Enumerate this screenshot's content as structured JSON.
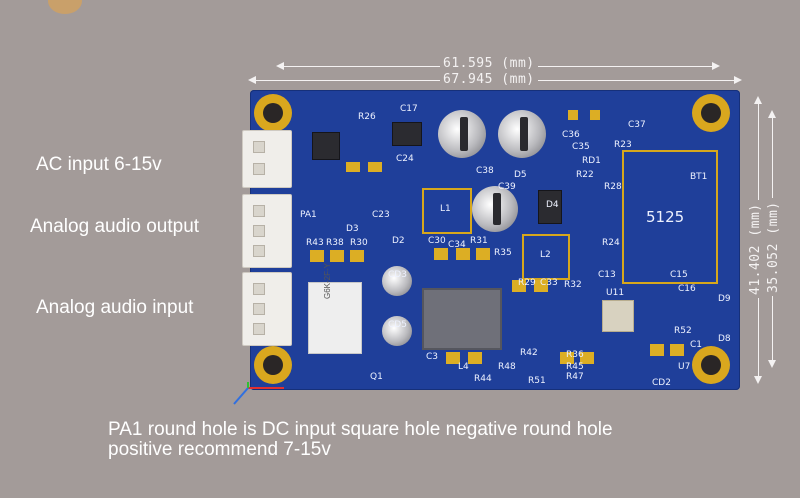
{
  "dimensions": {
    "width_inner": "61.595 (mm)",
    "width_outer": "67.945 (mm)",
    "height_inner": "41.402 (mm)",
    "height_outer": "35.052 (mm)"
  },
  "labels": {
    "ac_input": "AC input 6-15v",
    "audio_output": "Analog audio output",
    "audio_input": "Analog audio input"
  },
  "note": {
    "line1": "PA1 round hole is DC input square hole negative round hole",
    "line2": "positive recommend 7-15v"
  },
  "board": {
    "chip_label": "5125",
    "relay_label": "G6K-2F-Y",
    "silkscreen": [
      "R26",
      "C17",
      "C24",
      "C23",
      "D3",
      "D2",
      "R43",
      "R38",
      "R30",
      "PA1",
      "C38",
      "D5",
      "C39",
      "C30",
      "C34",
      "R31",
      "R35",
      "L1",
      "L2",
      "R29",
      "C33",
      "R32",
      "RD1",
      "R22",
      "R24",
      "C13",
      "C15",
      "C16",
      "BT1",
      "R52",
      "D9",
      "D8",
      "C1",
      "U7",
      "CD2",
      "R42",
      "R36",
      "R45",
      "R47",
      "R44",
      "R48",
      "C3",
      "CD3",
      "CD5",
      "Q1",
      "L4",
      "D4",
      "C36",
      "C35",
      "R23",
      "C37",
      "R28",
      "R51",
      "U11"
    ]
  },
  "colors": {
    "background": "#a39b99",
    "pcb": "#1f3f9a",
    "pad": "#dcae24"
  }
}
